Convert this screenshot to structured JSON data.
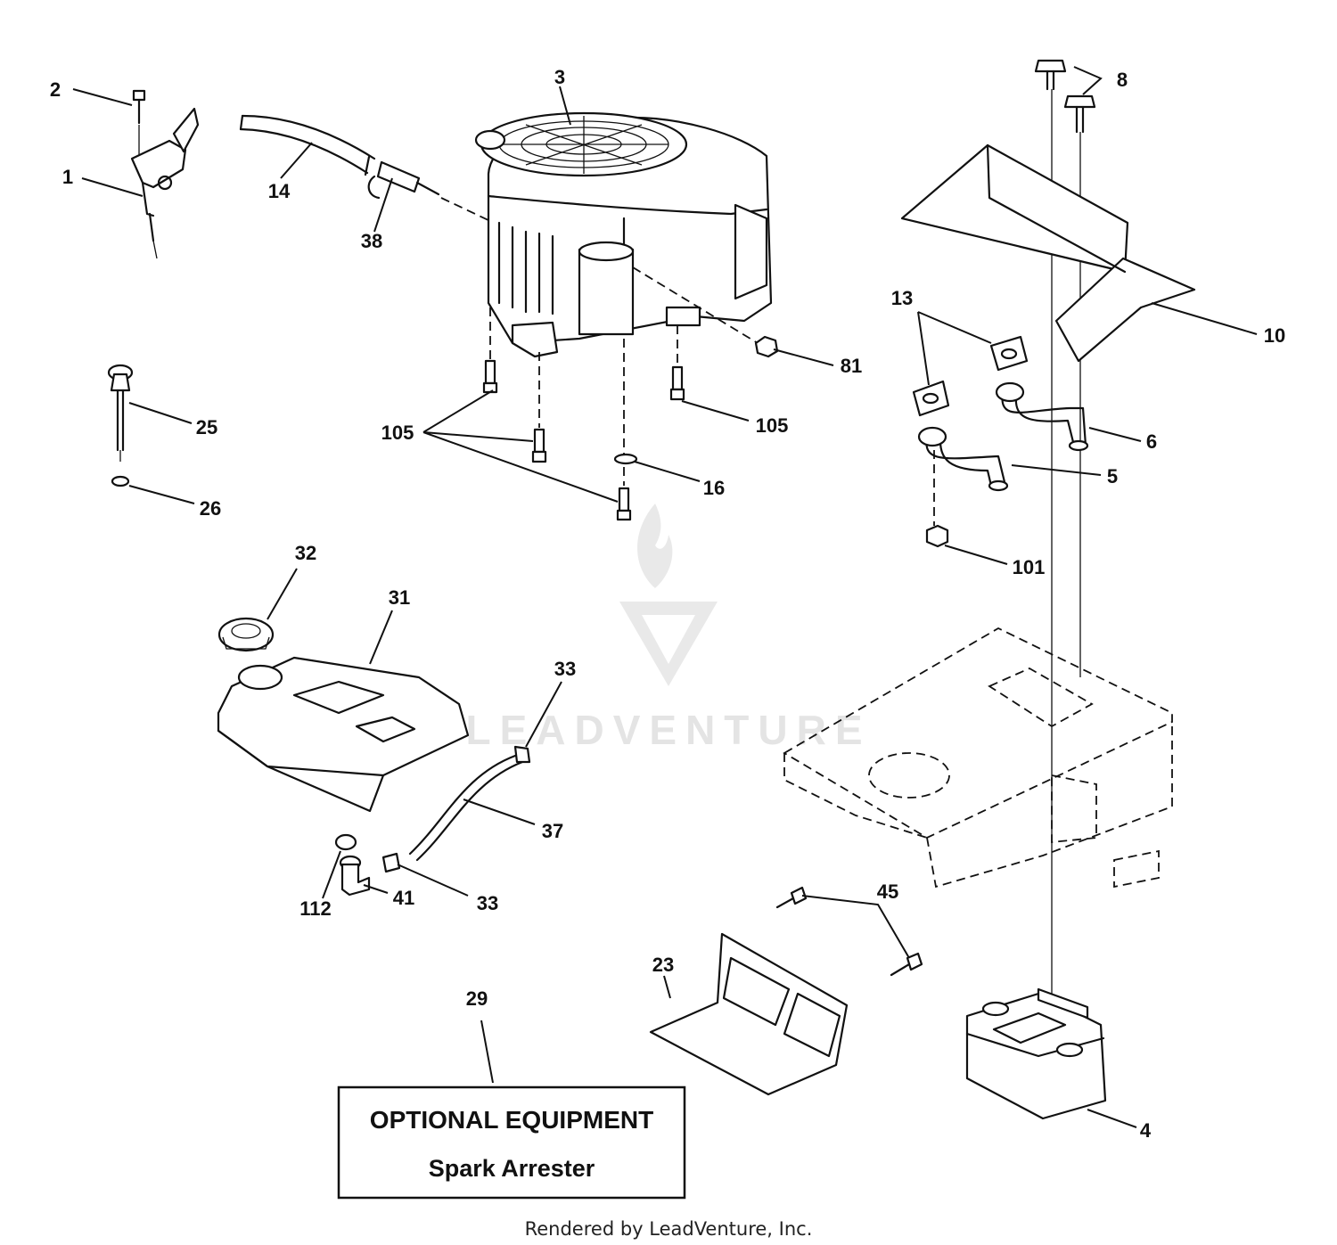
{
  "watermark": "LEADVENTURE",
  "callouts": {
    "c1": "1",
    "c2": "2",
    "c3": "3",
    "c4": "4",
    "c5": "5",
    "c6": "6",
    "c8": "8",
    "c10": "10",
    "c13": "13",
    "c14": "14",
    "c16": "16",
    "c23": "23",
    "c25": "25",
    "c26": "26",
    "c29": "29",
    "c31": "31",
    "c32": "32",
    "c33a": "33",
    "c33b": "33",
    "c37": "37",
    "c38": "38",
    "c41": "41",
    "c45": "45",
    "c81": "81",
    "c101": "101",
    "c105a": "105",
    "c105b": "105",
    "c112": "112"
  },
  "optional_box": {
    "title": "OPTIONAL EQUIPMENT",
    "subtitle": "Spark Arrester"
  },
  "footer": "Rendered by LeadVenture, Inc."
}
